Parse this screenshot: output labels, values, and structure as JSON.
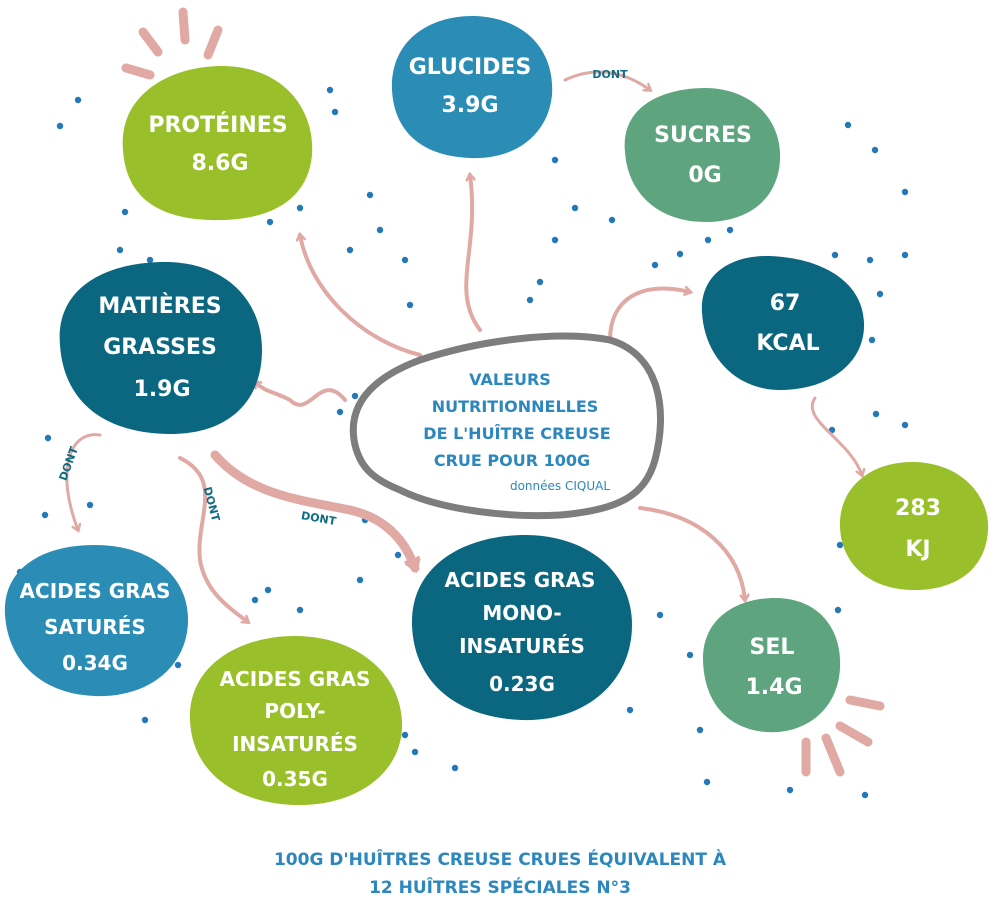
{
  "center": {
    "line1": "VALEURS",
    "line2": "NUTRITIONNELLES",
    "line3": "DE L'HUÎTRE CREUSE",
    "line4": "CRUE POUR 100G",
    "source": "données CIQUAL"
  },
  "nodes": {
    "proteines": {
      "line1": "PROTÉINES",
      "line2": "8.6G",
      "color": "#99c02b"
    },
    "glucides": {
      "line1": "GLUCIDES",
      "line2": "3.9G",
      "color": "#2b8db6"
    },
    "sucres": {
      "line1": "SUCRES",
      "line2": "0G",
      "color": "#5ea57f"
    },
    "kcal": {
      "line1": "67",
      "line2": "KCAL",
      "color": "#0b6780"
    },
    "kj": {
      "line1": "283",
      "line2": "KJ",
      "color": "#99c02b"
    },
    "sel": {
      "line1": "SEL",
      "line2": "1.4G",
      "color": "#5ea57f"
    },
    "matieres_grasses": {
      "line1": "MATIÈRES",
      "line2": "GRASSES",
      "line3": "1.9G",
      "color": "#0b6780"
    },
    "ag_satures": {
      "line1": "ACIDES GRAS",
      "line2": "SATURÉS",
      "line3": "0.34G",
      "color": "#2b8db6"
    },
    "ag_poly": {
      "line1": "ACIDES GRAS",
      "line2": "POLY-",
      "line3": "INSATURÉS",
      "line4": "0.35G",
      "color": "#99c02b"
    },
    "ag_mono": {
      "line1": "ACIDES GRAS",
      "line2": "MONO-",
      "line3": "INSATURÉS",
      "line4": "0.23G",
      "color": "#0b6780"
    }
  },
  "connector_label": "DONT",
  "footer": {
    "line1": "100G D'HUÎTRES CREUSE CRUES ÉQUIVALENT À",
    "line2": "12 HUÎTRES SPÉCIALES N°3"
  },
  "colors": {
    "arrow": "#e0a9a4",
    "dots": "#2478b8",
    "text_blue": "#2c87be",
    "center_outline": "#7d7d7d"
  }
}
